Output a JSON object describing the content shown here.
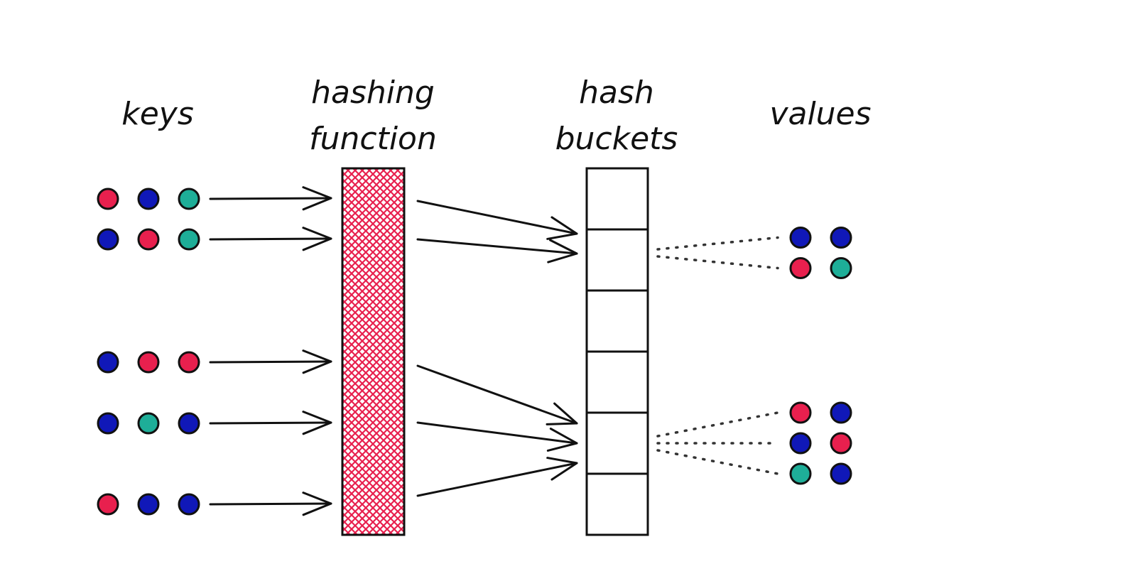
{
  "title": "Hash table diagram",
  "labels": {
    "keys": "keys",
    "hashing_function": [
      "hashing",
      "function"
    ],
    "hash_buckets": [
      "hash",
      "buckets"
    ],
    "values": "values"
  },
  "colors": {
    "red": "#e8204e",
    "blue": "#1018b8",
    "teal": "#1eae98",
    "ink": "#111111",
    "hash_fill": "#e8204e"
  },
  "keys": [
    [
      "red",
      "blue",
      "teal"
    ],
    [
      "blue",
      "red",
      "teal"
    ],
    [
      "blue",
      "red",
      "red"
    ],
    [
      "blue",
      "teal",
      "blue"
    ],
    [
      "red",
      "blue",
      "blue"
    ]
  ],
  "bucket_count": 6,
  "key_to_bucket": [
    1,
    1,
    4,
    4,
    4
  ],
  "values": [
    {
      "bucket": 1,
      "rows": [
        [
          "blue",
          "blue"
        ],
        [
          "red",
          "teal"
        ]
      ]
    },
    {
      "bucket": 4,
      "rows": [
        [
          "red",
          "blue"
        ],
        [
          "blue",
          "red"
        ],
        [
          "teal",
          "blue"
        ]
      ]
    }
  ]
}
